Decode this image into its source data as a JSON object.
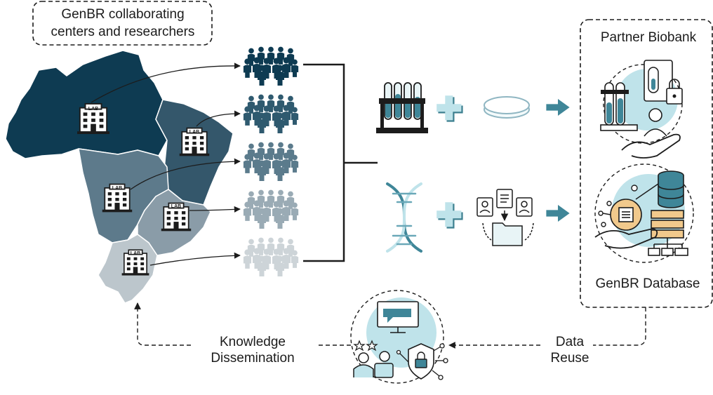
{
  "title_box": {
    "line1": "GenBR collaborating",
    "line2": "centers and researchers"
  },
  "partner_biobank": {
    "label": "Partner Biobank"
  },
  "genbr_database": {
    "label": "GenBR Database"
  },
  "data_reuse": {
    "line1": "Data",
    "line2": "Reuse"
  },
  "knowledge_dissemination": {
    "line1": "Knowledge",
    "line2": "Dissemination"
  },
  "lab_icon": {
    "text": "LAB"
  },
  "colors": {
    "navy": "#0e3b52",
    "slate": "#34576b",
    "steel": "#5d7a8b",
    "grey_blue": "#8a9ca8",
    "light_grey": "#bcc6cc",
    "teal": "#3f8698",
    "light_teal": "#bfe3ea",
    "orange": "#f1c98c"
  },
  "icons": [
    "building-icon",
    "people-group-icon",
    "test-tubes-icon",
    "plus-icon",
    "petri-dish-icon",
    "arrow-right-icon",
    "dna-icon",
    "documents-folder-icon",
    "biobank-icon",
    "database-icon",
    "knowledge-sharing-icon"
  ]
}
